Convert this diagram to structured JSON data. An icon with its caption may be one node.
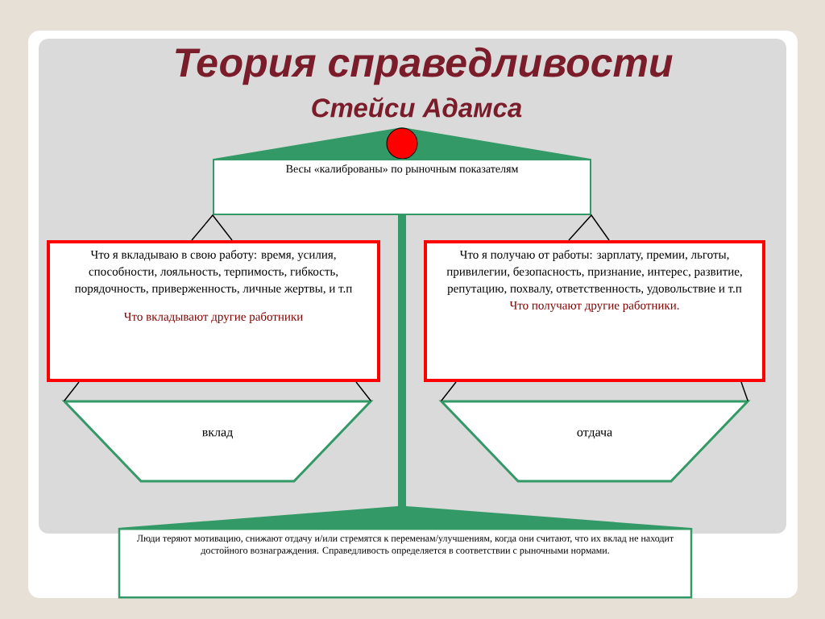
{
  "diagram": {
    "title": "Теория справедливости",
    "nodes": [
      {
        "text": [
          "Весы «калиброваны» по рыночным показателям"
        ]
      },
      {
        "text": [
          "Что я вкладываю в свою работу: время, усилия, способности, лояльность, терпимость, гибкость, порядочность, приверженность,  личные жертвы, и т.п",
          "Что вкладывают другие работники"
        ]
      },
      {
        "text": [
          "Что я получаю от работы: зарплату, премии, льготы, привилегии, безопасность, признание, интерес, развитие, репутацию, похвалу, ответственность, удовольствие и т.п",
          "Что получают другие работники."
        ]
      },
      {
        "text": [
          "вклад"
        ]
      },
      {
        "text": [
          "отдача"
        ]
      },
      {
        "text": [
          "Люди теряют мотивацию, снижают отдачу и/или стремятся к переменам/улучшениям, когда они считают, что их вклад не находит достойного вознаграждения.  Справедливость определяется в соответствии с рыночными нормами."
        ]
      }
    ],
    "edges": [
      {
        "from": 0,
        "to": 1,
        "arrow": "none"
      },
      {
        "from": 0,
        "to": 2,
        "arrow": "none"
      },
      {
        "from": 1,
        "to": 3,
        "arrow": "none"
      },
      {
        "from": 2,
        "to": 4,
        "arrow": "none"
      }
    ],
    "labels": [
      "Стейси Адамса"
    ]
  }
}
